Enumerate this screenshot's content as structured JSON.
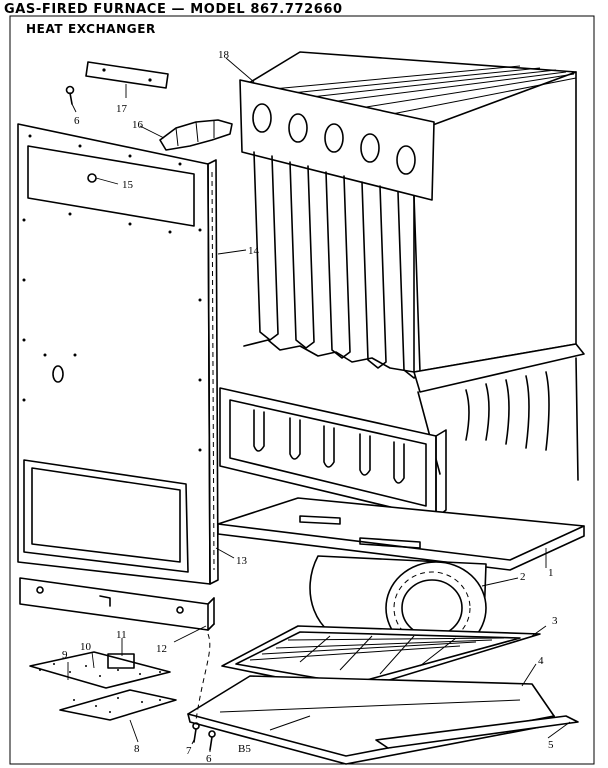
{
  "header": {
    "title": "GAS-FIRED FURNACE — MODEL 867.772660",
    "subtitle": "HEAT EXCHANGER"
  },
  "callouts": [
    {
      "id": "c18",
      "label": "18"
    },
    {
      "id": "c17",
      "label": "17"
    },
    {
      "id": "c16",
      "label": "16"
    },
    {
      "id": "c6a",
      "label": "6"
    },
    {
      "id": "c15",
      "label": "15"
    },
    {
      "id": "c14",
      "label": "14"
    },
    {
      "id": "c13",
      "label": "13"
    },
    {
      "id": "c12",
      "label": "12"
    },
    {
      "id": "c1",
      "label": "1"
    },
    {
      "id": "c2",
      "label": "2"
    },
    {
      "id": "c3",
      "label": "3"
    },
    {
      "id": "c4",
      "label": "4"
    },
    {
      "id": "c5",
      "label": "5"
    },
    {
      "id": "c11",
      "label": "11"
    },
    {
      "id": "c10",
      "label": "10"
    },
    {
      "id": "c9",
      "label": "9"
    },
    {
      "id": "c8",
      "label": "8"
    },
    {
      "id": "c7",
      "label": "7"
    },
    {
      "id": "c6b",
      "label": "6"
    }
  ],
  "footer": {
    "page_code": "B5"
  },
  "colors": {
    "ink": "#000000",
    "paper": "#ffffff"
  }
}
